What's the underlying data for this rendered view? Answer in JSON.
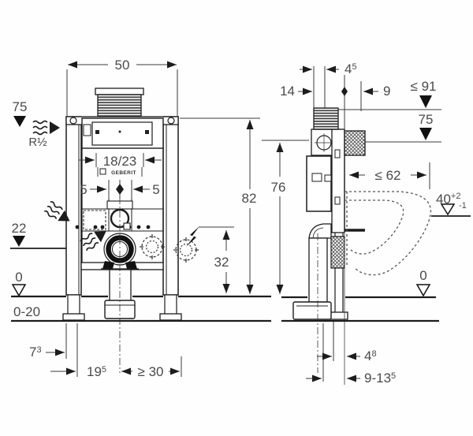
{
  "drawing": {
    "front_view": {
      "width": "50",
      "supply_height": "75",
      "supply_thread": "R½",
      "actuator_cutout": "18/23",
      "brand": "GEBERIT",
      "offset_left": "5",
      "offset_right": "5",
      "outlet_height": "22",
      "floor_level": "0",
      "floor_buildup": "0-20",
      "frame_height": "82",
      "connection_height": "32",
      "leg_offset": {
        "v": "7",
        "sup": "3"
      },
      "front_offset": {
        "v": "19",
        "sup": "5"
      },
      "side_clearance": "≥ 30"
    },
    "side_view": {
      "frame_depth": "14",
      "duct_depth": {
        "v": "4",
        "sup": "5"
      },
      "plate_offset": "9",
      "max_install_height": "≤ 91",
      "cistern_top_height": "75",
      "frame_top_height": "76",
      "bowl_depth": "≤ 62",
      "seat_height": {
        "v": "40",
        "sup": "+2",
        "sub": "-1"
      },
      "floor_level": "0",
      "outlet_offset": {
        "v": "4",
        "sup": "8"
      },
      "outlet_range": {
        "v": "9-13",
        "sup": "5"
      }
    },
    "colors": {
      "line": "#1c1c1c",
      "dim_text": "#4a4a4a"
    }
  }
}
